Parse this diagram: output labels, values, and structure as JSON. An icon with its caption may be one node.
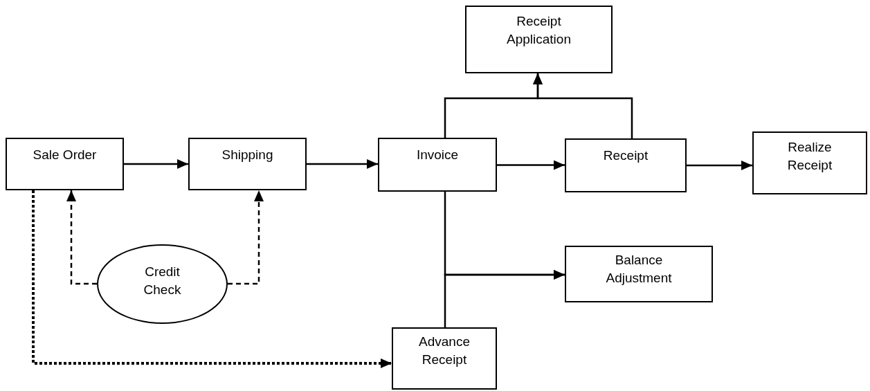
{
  "diagram": {
    "nodes": [
      {
        "text": [
          "Sale Order"
        ]
      },
      {
        "text": [
          "Shipping"
        ]
      },
      {
        "text": [
          "Invoice"
        ]
      },
      {
        "text": [
          "Receipt"
        ]
      },
      {
        "text": [
          "Realize Receipt"
        ]
      },
      {
        "text": [
          "Receipt Application"
        ]
      },
      {
        "text": [
          "Balance Adjustment"
        ]
      },
      {
        "text": [
          "Advance Receipt"
        ]
      },
      {
        "text": [
          "Credit Check"
        ]
      }
    ],
    "edges": [
      {
        "from": 0,
        "to": 1,
        "arrow": "to"
      },
      {
        "from": 1,
        "to": 2,
        "arrow": "to"
      },
      {
        "from": 2,
        "to": 3,
        "arrow": "to"
      },
      {
        "from": 3,
        "to": 4,
        "arrow": "to"
      },
      {
        "from": 2,
        "to": 5,
        "arrow": "to"
      },
      {
        "from": 3,
        "to": 5,
        "arrow": "to"
      },
      {
        "from": 2,
        "to": 6,
        "arrow": "to"
      },
      {
        "from": 7,
        "to": 6,
        "arrow": "to"
      },
      {
        "from": 8,
        "to": 0,
        "arrow": "to",
        "style": "dashed"
      },
      {
        "from": 8,
        "to": 1,
        "arrow": "to",
        "style": "dashed"
      },
      {
        "from": 0,
        "to": 7,
        "arrow": "to",
        "style": "dashed"
      }
    ]
  }
}
